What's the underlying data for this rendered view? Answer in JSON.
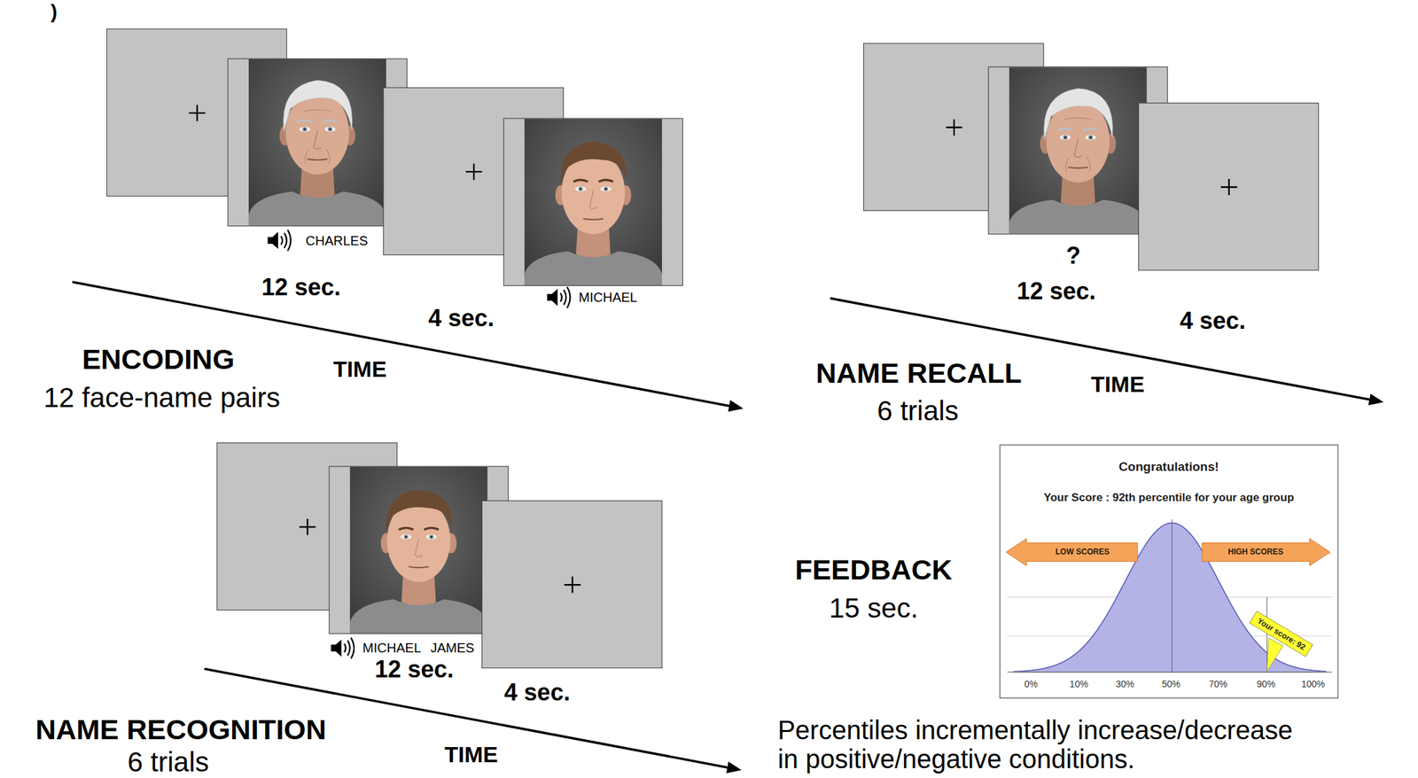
{
  "diagram": {
    "caption": "Percentiles incrementally increase/decrease in positive/negative conditions.",
    "nodes": [
      {
        "text": [
          "Congratulations!",
          "Your Score : 92th percentile for your age group"
        ]
      },
      {
        "text": [
          "LOW SCORES"
        ],
        "in": 0
      },
      {
        "text": [
          "HIGH SCORES"
        ],
        "in": 0
      },
      {
        "text": [
          "Your score: 92"
        ],
        "in": 0
      }
    ],
    "labels": [
      ")",
      "CHARLES",
      "12 sec.",
      "4 sec.",
      "MICHAEL",
      "ENCODING",
      "TIME",
      "12 face-name pairs",
      "?",
      "12 sec.",
      "4 sec.",
      "NAME RECALL",
      "TIME",
      "6 trials",
      "MICHAEL",
      "JAMES",
      "12 sec.",
      "4 sec.",
      "NAME RECOGNITION",
      "TIME",
      "6 trials",
      "FEEDBACK",
      "15 sec.",
      "0%",
      "10%",
      "30%",
      "50%",
      "70%",
      "90%",
      "100%"
    ]
  }
}
